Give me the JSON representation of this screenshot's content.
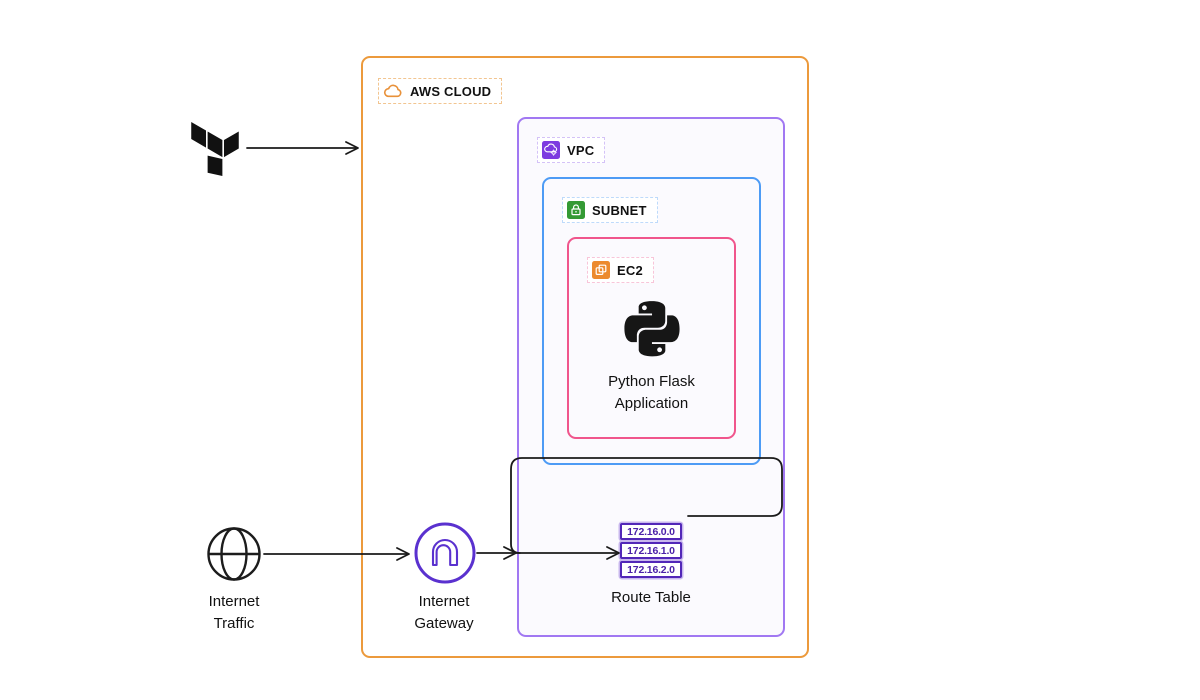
{
  "diagram": {
    "aws_cloud": {
      "label": "AWS CLOUD"
    },
    "vpc": {
      "label": "VPC"
    },
    "subnet": {
      "label": "SUBNET"
    },
    "ec2": {
      "label": "EC2",
      "app_line1": "Python Flask",
      "app_line2": "Application"
    },
    "route_table": {
      "entries": [
        "172.16.0.0",
        "172.16.1.0",
        "172.16.2.0"
      ],
      "caption": "Route Table"
    },
    "internet_gateway": {
      "line1": "Internet",
      "line2": "Gateway"
    },
    "internet_traffic": {
      "line1": "Internet",
      "line2": "Traffic"
    },
    "icons": {
      "terraform": "terraform-logo",
      "python": "python-logo",
      "internet_traffic": "globe-icon",
      "internet_gateway": "gateway-arch-icon",
      "aws_cloud": "cloud-icon",
      "vpc": "vpc-cloud-icon",
      "subnet": "lock-icon",
      "ec2": "ec2-instances-icon"
    },
    "colors": {
      "aws_border": "#EC9A3C",
      "vpc_border": "#A178F2",
      "subnet_border": "#4D9BF5",
      "ec2_border": "#F0558C",
      "route_table_purple": "#5227B8",
      "route_table_ring": "#C8B7ED",
      "gateway_purple": "#5A31CF",
      "subnet_icon_green": "#349A34",
      "ec2_icon_orange": "#EC8A2D",
      "vpc_icon_purple": "#7D3BE0",
      "vpc_fill": "#FBFAFE",
      "line_color": "#1A1A1A"
    }
  }
}
